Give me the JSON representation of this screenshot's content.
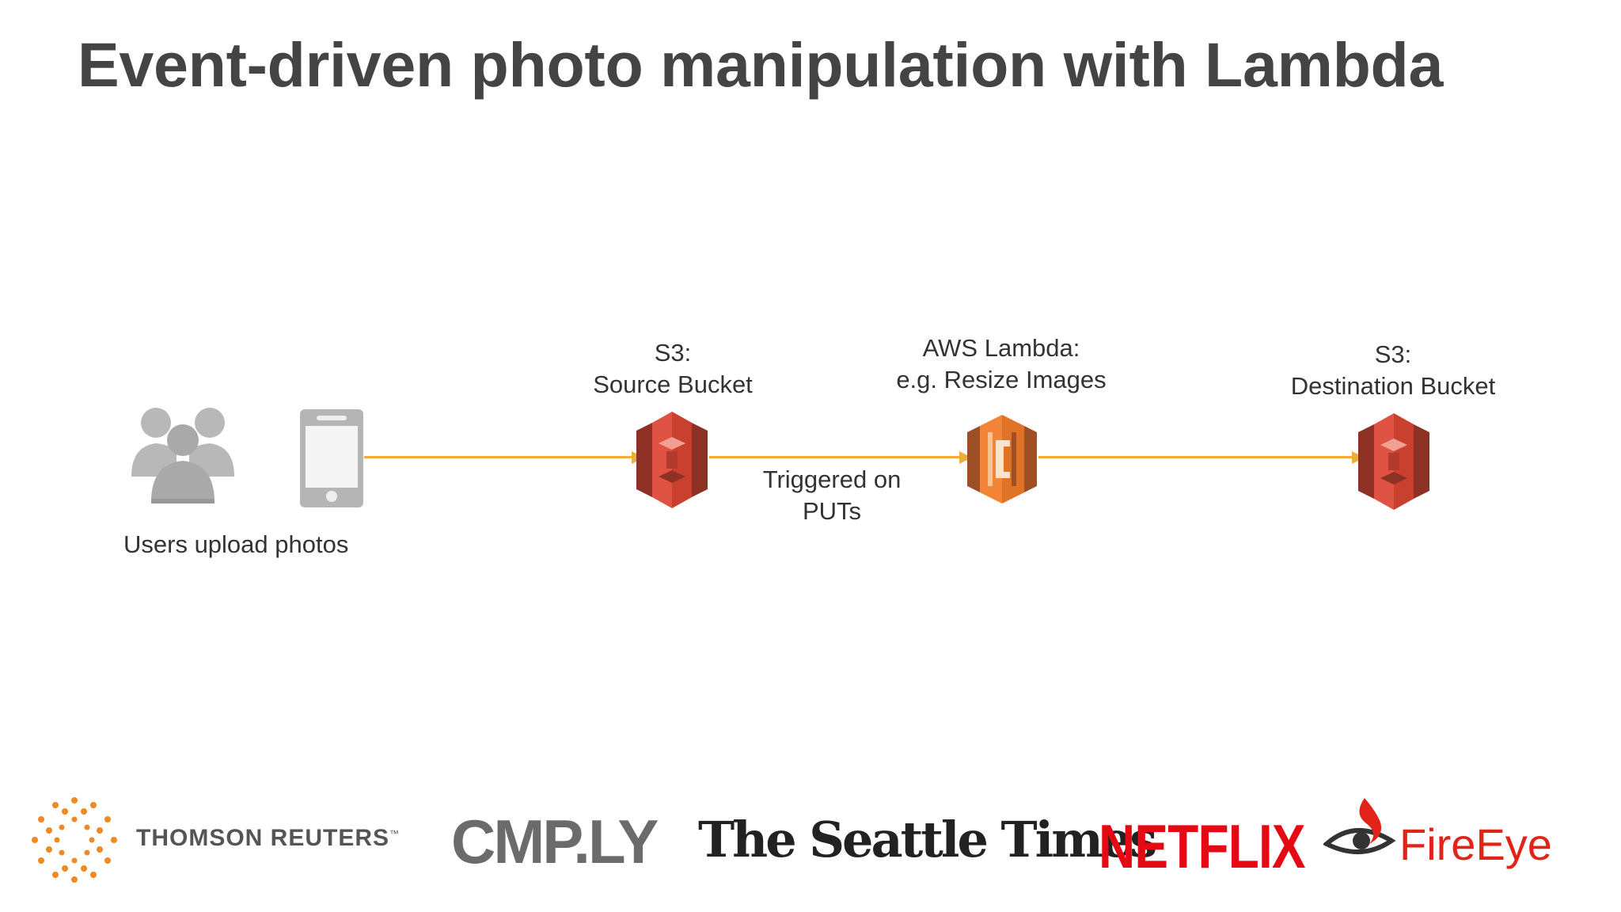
{
  "slide": {
    "title": "Event-driven photo manipulation with Lambda"
  },
  "diagram": {
    "users_label": "Users upload photos",
    "source_bucket_label": "S3:\nSource Bucket",
    "lambda_label": "AWS Lambda:\ne.g. Resize Images",
    "trigger_label": "Triggered on\nPUTs",
    "destination_bucket_label": "S3:\nDestination Bucket"
  },
  "colors": {
    "arrow": "#f0ad3c",
    "s3_red": "#e05243",
    "lambda_orange": "#f58536",
    "users_gray": "#b3b3b3"
  },
  "logos": {
    "thomson_reuters": "THOMSON REUTERS",
    "cmply": "CMP.LY",
    "seattle_times": "The Seattle Times",
    "netflix": "NETFLIX",
    "fireeye": "FireEye"
  }
}
